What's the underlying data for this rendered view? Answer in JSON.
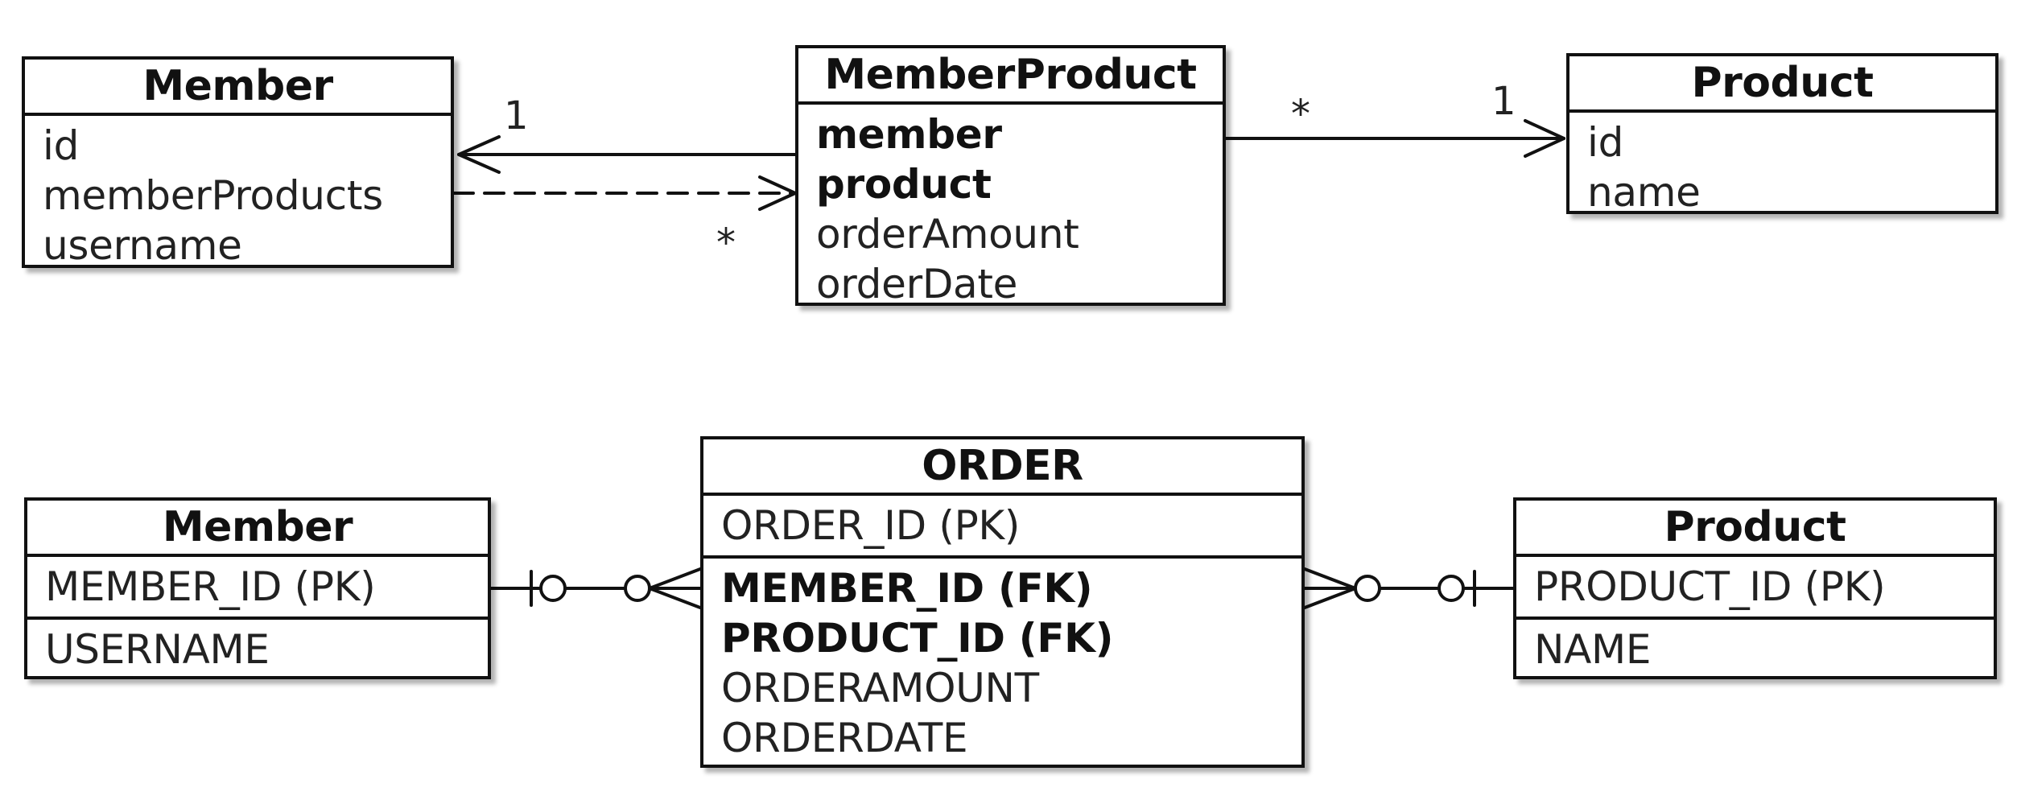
{
  "class_diagram": {
    "member": {
      "title": "Member",
      "fields": [
        "id",
        "memberProducts",
        "username"
      ]
    },
    "member_product": {
      "title": "MemberProduct",
      "fields": [
        {
          "label": "member",
          "bold": true
        },
        {
          "label": "product",
          "bold": true
        },
        {
          "label": "orderAmount",
          "bold": false
        },
        {
          "label": "orderDate",
          "bold": false
        }
      ]
    },
    "product": {
      "title": "Product",
      "fields": [
        "id",
        "name"
      ]
    },
    "multiplicities": {
      "member_side": "1",
      "member_product_side": "*",
      "mp_product_many": "*",
      "mp_product_one": "1"
    }
  },
  "erd": {
    "member": {
      "title": "Member",
      "pk": "MEMBER_ID (PK)",
      "columns": [
        "USERNAME"
      ]
    },
    "order": {
      "title": "ORDER",
      "pk": "ORDER_ID (PK)",
      "fk_columns": [
        "MEMBER_ID (FK)",
        "PRODUCT_ID (FK)"
      ],
      "columns": [
        "ORDERAMOUNT",
        "ORDERDATE"
      ]
    },
    "product": {
      "title": "Product",
      "pk": "PRODUCT_ID (PK)",
      "columns": [
        "NAME"
      ]
    }
  }
}
